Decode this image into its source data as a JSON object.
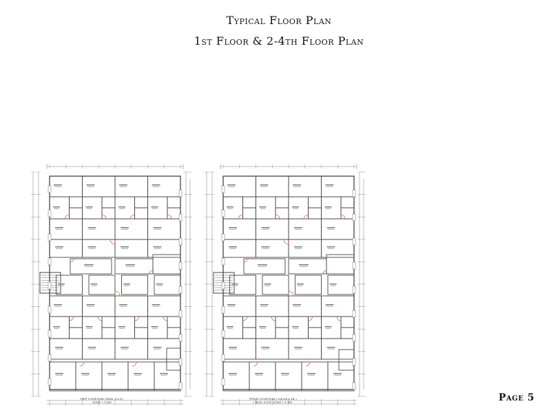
{
  "document": {
    "title": "Typical Floor Plan",
    "subtitle": "1st Floor & 2-4th Floor Plan",
    "page_label": "Page 5"
  },
  "plans": [
    {
      "caption_line1": "FIRST FLOOR PLAN ( BLDG. A & B )",
      "caption_line2": "SCALE = 1:100"
    },
    {
      "caption_line1": "TYPICAL FLOOR PLAN ( 2nd,3rd & 4th )",
      "caption_line2": "( BLDG. A & B ) SCALE = 1:100"
    }
  ],
  "colors": {
    "wall": "#444444",
    "dimension": "#555555",
    "door_swing": "#c0392b",
    "paper": "#ffffff"
  }
}
